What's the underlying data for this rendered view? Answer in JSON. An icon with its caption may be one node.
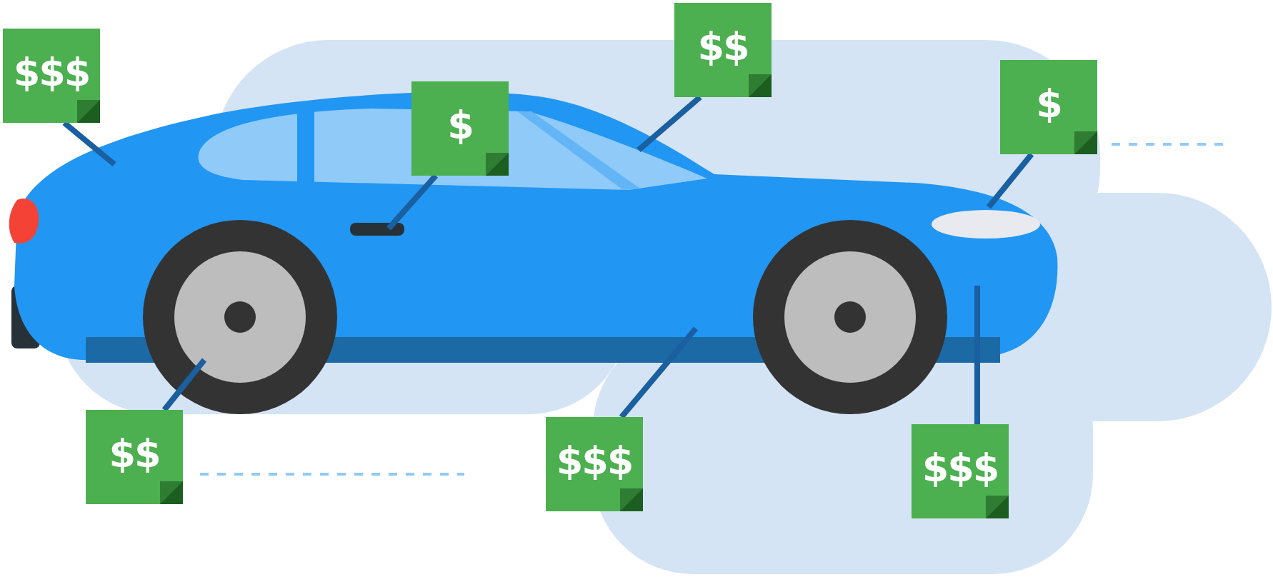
{
  "diagram": {
    "nodes": [
      {
        "text": [
          "$$"
        ]
      },
      {
        "text": [
          "$$$"
        ]
      },
      {
        "text": [
          "$"
        ]
      },
      {
        "text": [
          "$"
        ]
      },
      {
        "text": [
          "$$"
        ]
      },
      {
        "text": [
          "$$$"
        ]
      },
      {
        "text": [
          "$$$"
        ]
      }
    ],
    "edges": [
      {
        "from": 0,
        "to": null,
        "arrow": "none"
      },
      {
        "from": 1,
        "to": null,
        "arrow": "none"
      },
      {
        "from": 2,
        "to": null,
        "arrow": "none"
      },
      {
        "from": 3,
        "to": null,
        "arrow": "none"
      },
      {
        "from": 4,
        "to": null,
        "arrow": "none"
      },
      {
        "from": 5,
        "to": null,
        "arrow": "none"
      },
      {
        "from": 6,
        "to": null,
        "arrow": "none"
      }
    ]
  }
}
